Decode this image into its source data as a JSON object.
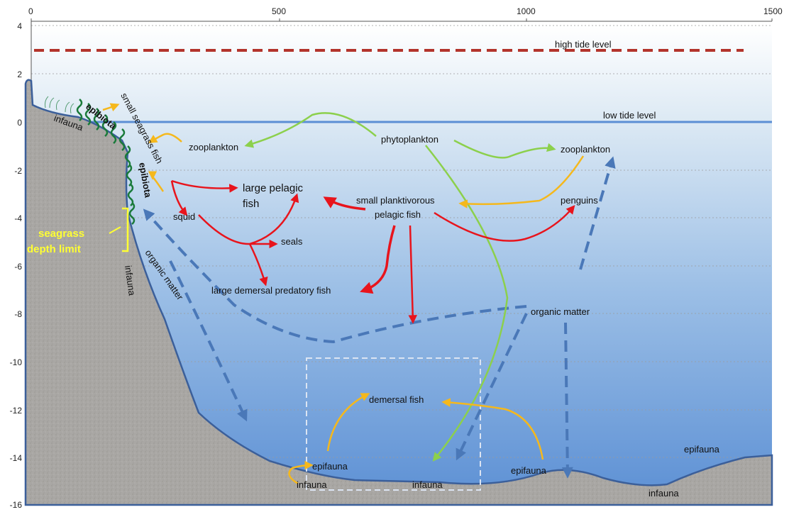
{
  "x_axis": {
    "ticks": [
      "0",
      "500",
      "1000",
      "1500"
    ]
  },
  "y_axis": {
    "ticks": [
      "4",
      "2",
      "0",
      "-2",
      "-4",
      "-6",
      "-8",
      "-10",
      "-12",
      "-14",
      "-16"
    ]
  },
  "levels": {
    "high_tide": "high tide level",
    "low_tide": "low tide level"
  },
  "labels": {
    "zooplankton_left": "zooplankton",
    "phytoplankton": "phytoplankton",
    "zooplankton_right": "zooplankton",
    "large_pelagic_line1": "large pelagic",
    "large_pelagic_line2": "fish",
    "small_planktivorous_line1": "small planktivorous",
    "small_planktivorous_line2": "pelagic fish",
    "penguins": "penguins",
    "squid": "squid",
    "seals": "seals",
    "large_demersal": "large demersal predatory fish",
    "organic_matter_right": "organic matter",
    "organic_matter_slope": "organic matter",
    "demersal_fish": "demersal fish",
    "small_seagrass_fish": "small seagrass fish",
    "epibiota_top": "epibiota",
    "epibiota_mid": "epibiota",
    "seagrass_line1": "seagrass",
    "seagrass_line2": "depth limit",
    "infauna_top": "infauna",
    "infauna_slope": "infauna",
    "epifauna_left": "epifauna",
    "infauna_left": "infauna",
    "infauna_mid": "infauna",
    "epifauna_mid": "epifauna",
    "infauna_right": "infauna",
    "epifauna_right": "epifauna"
  },
  "colors": {
    "sky_top": "#ffffff",
    "water_top": "#dce9f4",
    "water_bottom": "#5b8fd4",
    "seabed": "#a7a5a2",
    "seabed_edge": "#3b5f9a",
    "high_tide_line": "#b3342c",
    "low_tide_line": "#5b8fd4",
    "predation_arrow": "#e8141c",
    "plankton_arrow": "#8cd04c",
    "benthic_arrow": "#f5b81c",
    "organic_arrow": "#4a78b8",
    "seagrass": "#1a7a3a",
    "seagrass_label": "#ffff33"
  }
}
